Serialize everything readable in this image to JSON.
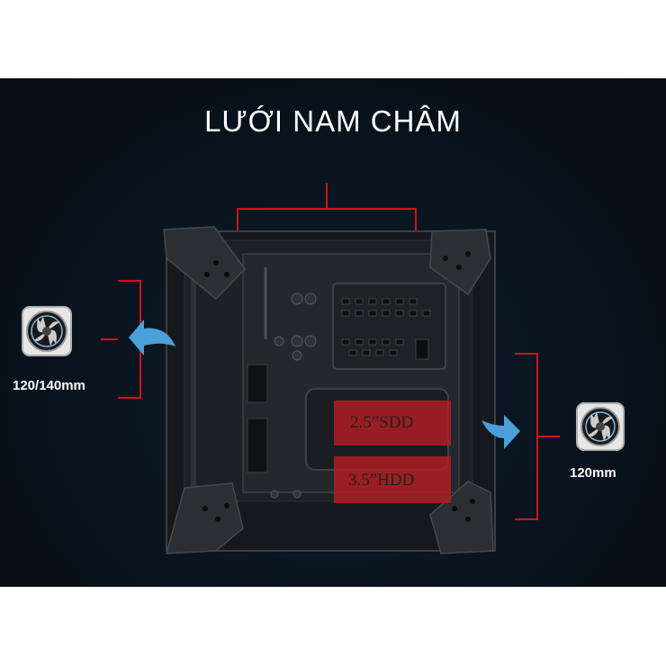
{
  "title": "LƯỚI NAM CHÂM",
  "fan_left": {
    "label": "120/140mm",
    "icon": "case-fan-icon"
  },
  "fan_right": {
    "label": "120mm",
    "icon": "case-fan-icon"
  },
  "drives": {
    "top": "2.5”SDD",
    "bottom": "3.5”HDD"
  },
  "colors": {
    "background": "#0a1520",
    "bracket": "#d0121b",
    "drive_box": "#b51d22",
    "arrow": "#4aa0d8"
  }
}
